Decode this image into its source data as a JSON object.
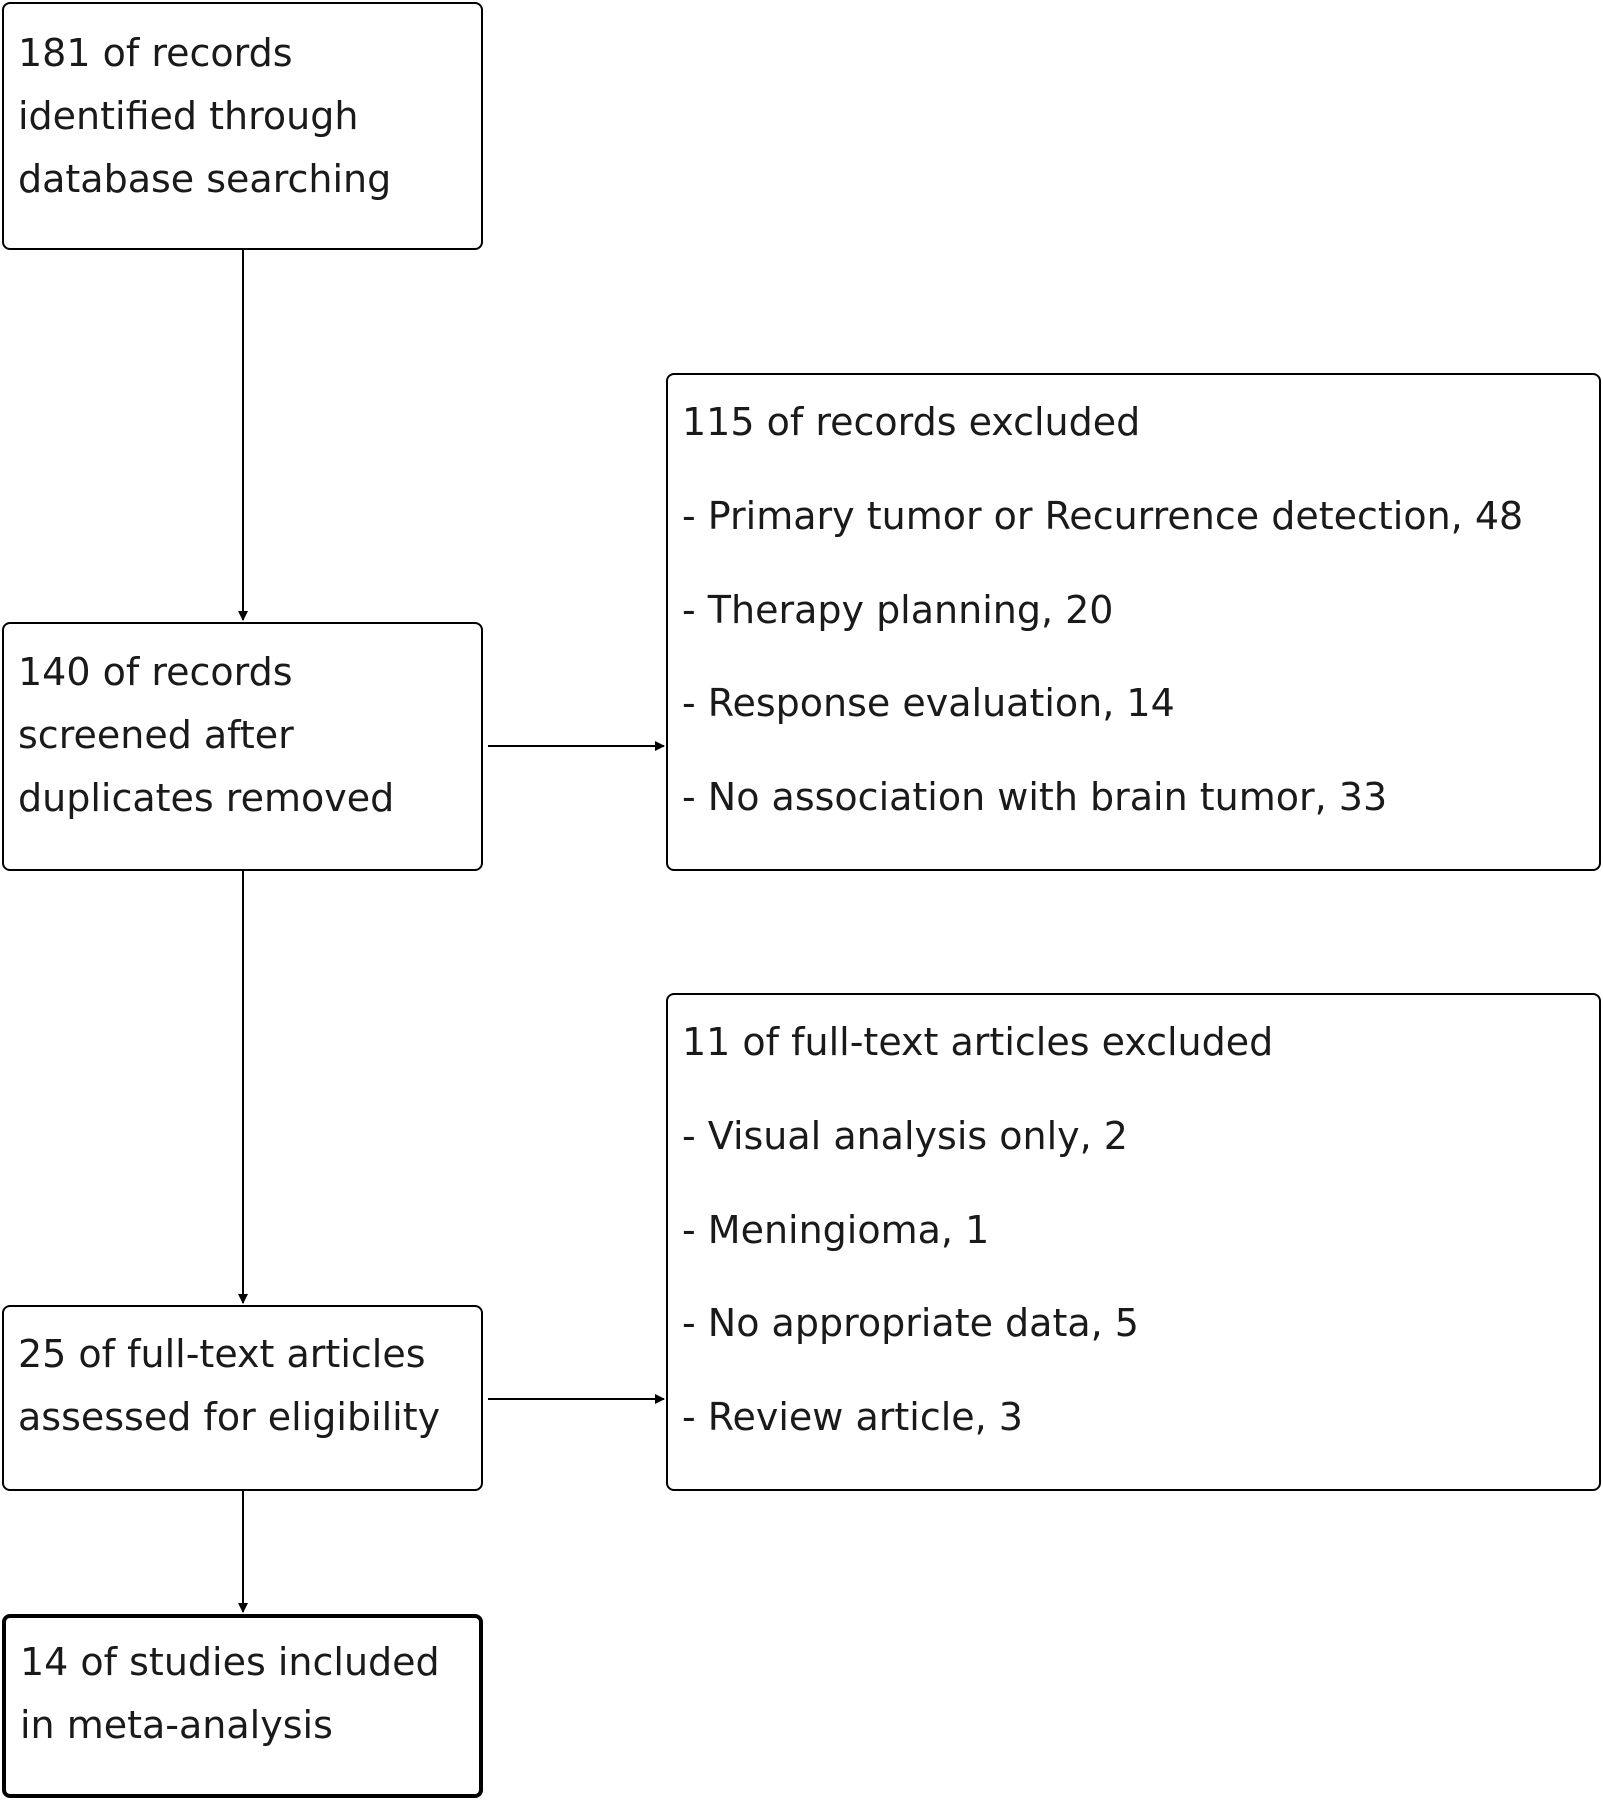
{
  "flow": {
    "identified": {
      "lines": [
        "181 of records",
        "identified through",
        "database searching"
      ]
    },
    "screened": {
      "lines": [
        "140 of records",
        "screened after",
        "duplicates removed"
      ]
    },
    "records_excluded": {
      "title": "115 of records excluded",
      "items": [
        "- Primary tumor or Recurrence detection, 48",
        "- Therapy planning, 20",
        "- Response evaluation, 14",
        "- No association with brain tumor, 33"
      ]
    },
    "assessed": {
      "lines": [
        "25 of full-text articles",
        "assessed for eligibility"
      ]
    },
    "fulltext_excluded": {
      "title": "11 of full-text articles excluded",
      "items": [
        "- Visual analysis only, 2",
        "- Meningioma, 1",
        "- No appropriate data, 5",
        "- Review article, 3"
      ]
    },
    "included": {
      "lines": [
        "14 of studies included",
        "in meta-analysis"
      ]
    }
  }
}
